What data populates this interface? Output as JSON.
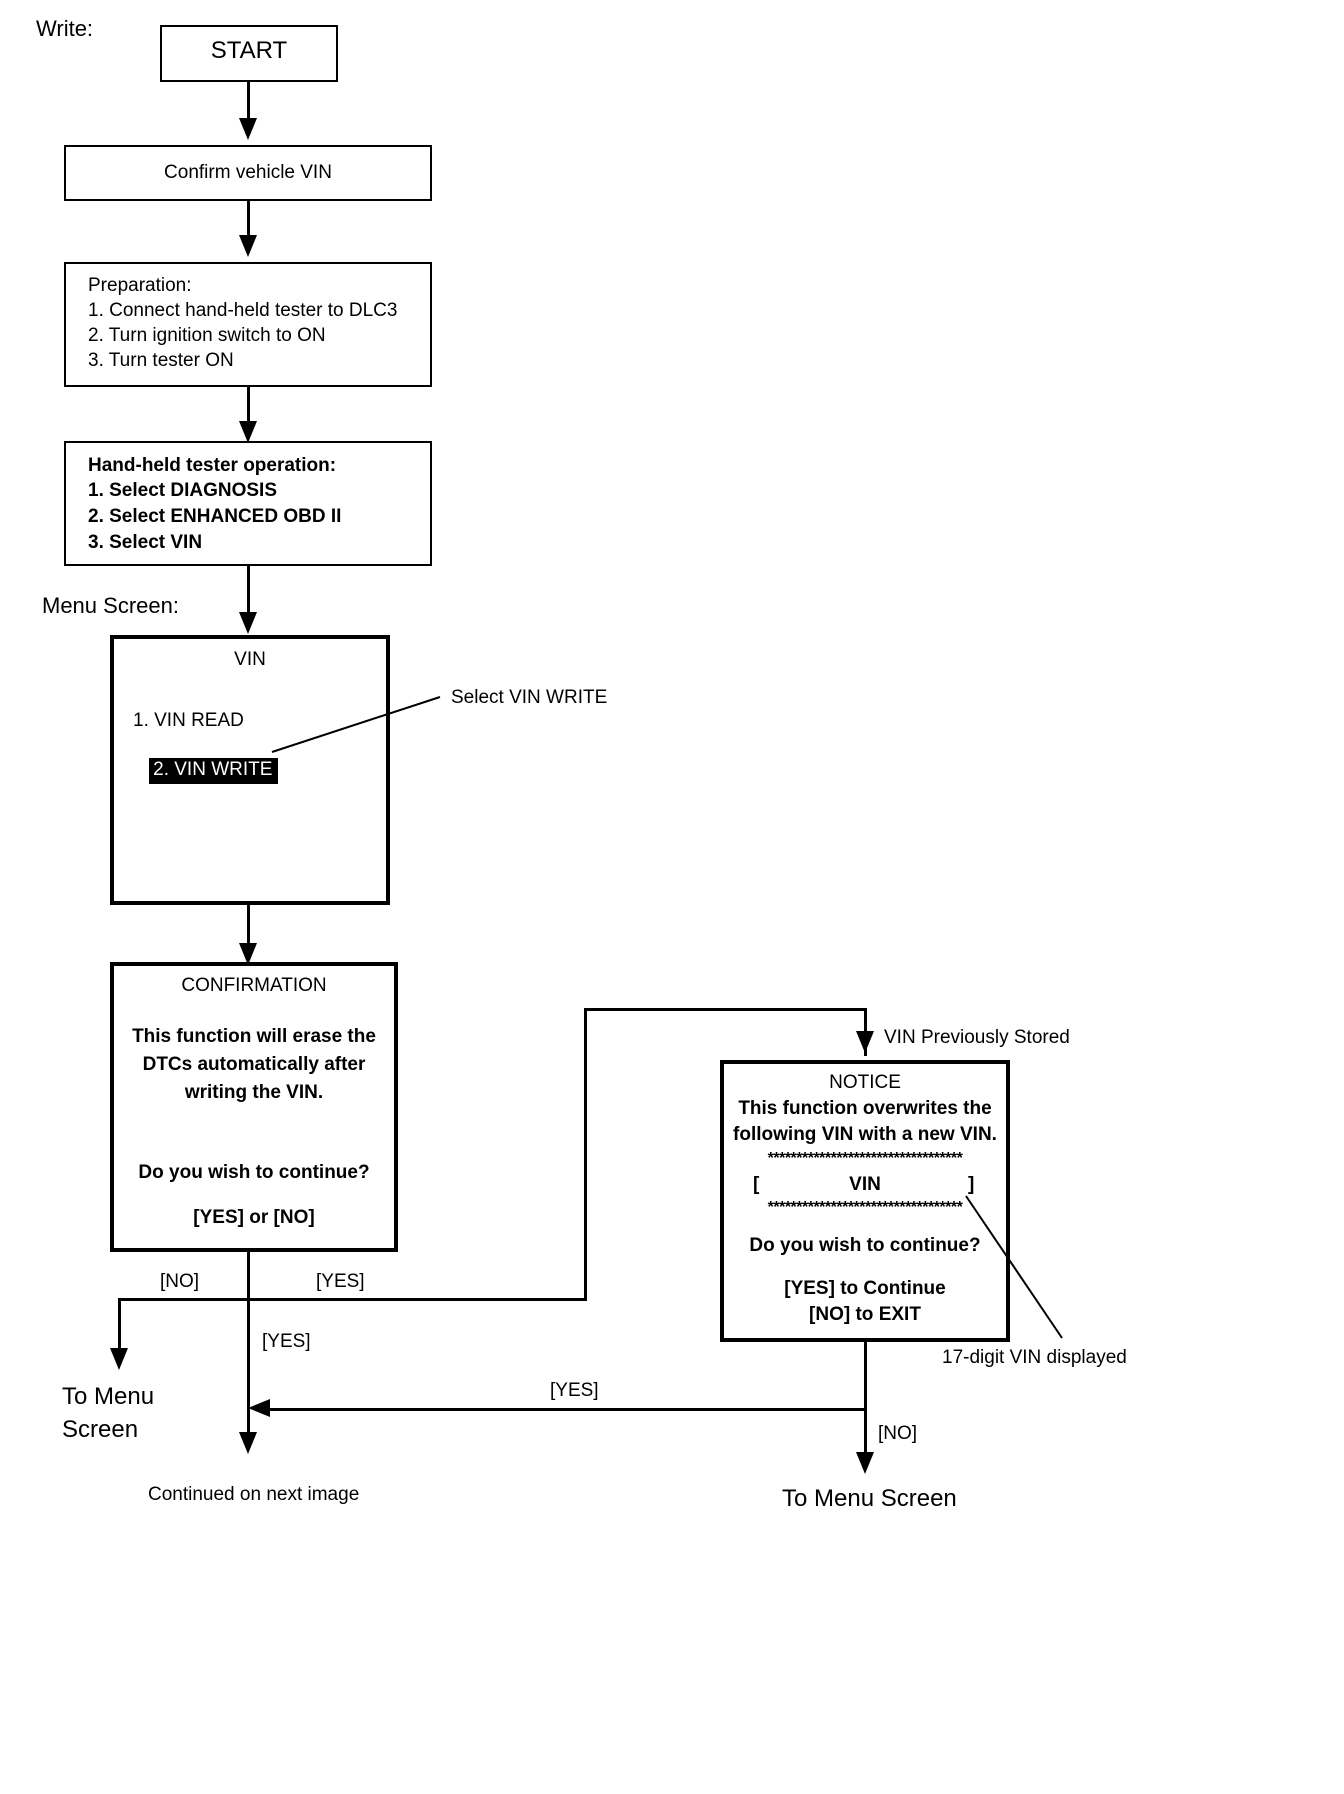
{
  "title_labels": {
    "write": "Write:",
    "menu_screen": "Menu Screen:"
  },
  "nodes": {
    "start": {
      "label": "START"
    },
    "confirm_vin": {
      "label": "Confirm vehicle VIN"
    },
    "preparation": {
      "heading": "Preparation:",
      "steps": [
        "1. Connect hand-held tester to DLC3",
        "2. Turn ignition switch to ON",
        "3. Turn tester ON"
      ]
    },
    "tester_operation": {
      "heading": "Hand-held tester operation:",
      "steps": [
        "1. Select DIAGNOSIS",
        "2. Select ENHANCED OBD II",
        "3. Select VIN"
      ]
    },
    "vin_menu": {
      "title": "VIN",
      "items": [
        {
          "label": "1. VIN READ",
          "selected": false
        },
        {
          "label": "2. VIN WRITE",
          "selected": true
        }
      ]
    },
    "confirmation": {
      "title": "CONFIRMATION",
      "body": [
        "This function will erase the",
        "DTCs automatically after",
        "writing the VIN."
      ],
      "question": "Do you wish to continue?",
      "answers": "[YES] or [NO]"
    },
    "notice": {
      "title": "NOTICE",
      "body": [
        "This function overwrites the",
        "following VIN with a new VIN."
      ],
      "rule_top": "**********************************",
      "vin_bracket_open": "[",
      "vin_placeholder": "VIN",
      "vin_bracket_close": "]",
      "rule_bottom": "**********************************",
      "question": "Do you wish to continue?",
      "answer_yes": "[YES] to Continue",
      "answer_no": "[NO] to EXIT"
    }
  },
  "annotations": {
    "select_vin_write": "Select VIN WRITE",
    "vin_previously_stored": "VIN Previously Stored",
    "seventeen_digit_vin": "17-digit VIN displayed"
  },
  "edge_labels": {
    "no_left": "[NO]",
    "yes_right": "[YES]",
    "yes_down": "[YES]",
    "yes_from_notice": "[YES]",
    "no_from_notice": "[NO]"
  },
  "terminators": {
    "to_menu_screen_left_line1": "To Menu",
    "to_menu_screen_left_line2": "Screen",
    "continued": "Continued on next image",
    "to_menu_screen_right": "To Menu Screen"
  },
  "colors": {
    "ink": "#000000",
    "paper": "#ffffff",
    "highlight_bg": "#000000",
    "highlight_fg": "#ffffff"
  }
}
